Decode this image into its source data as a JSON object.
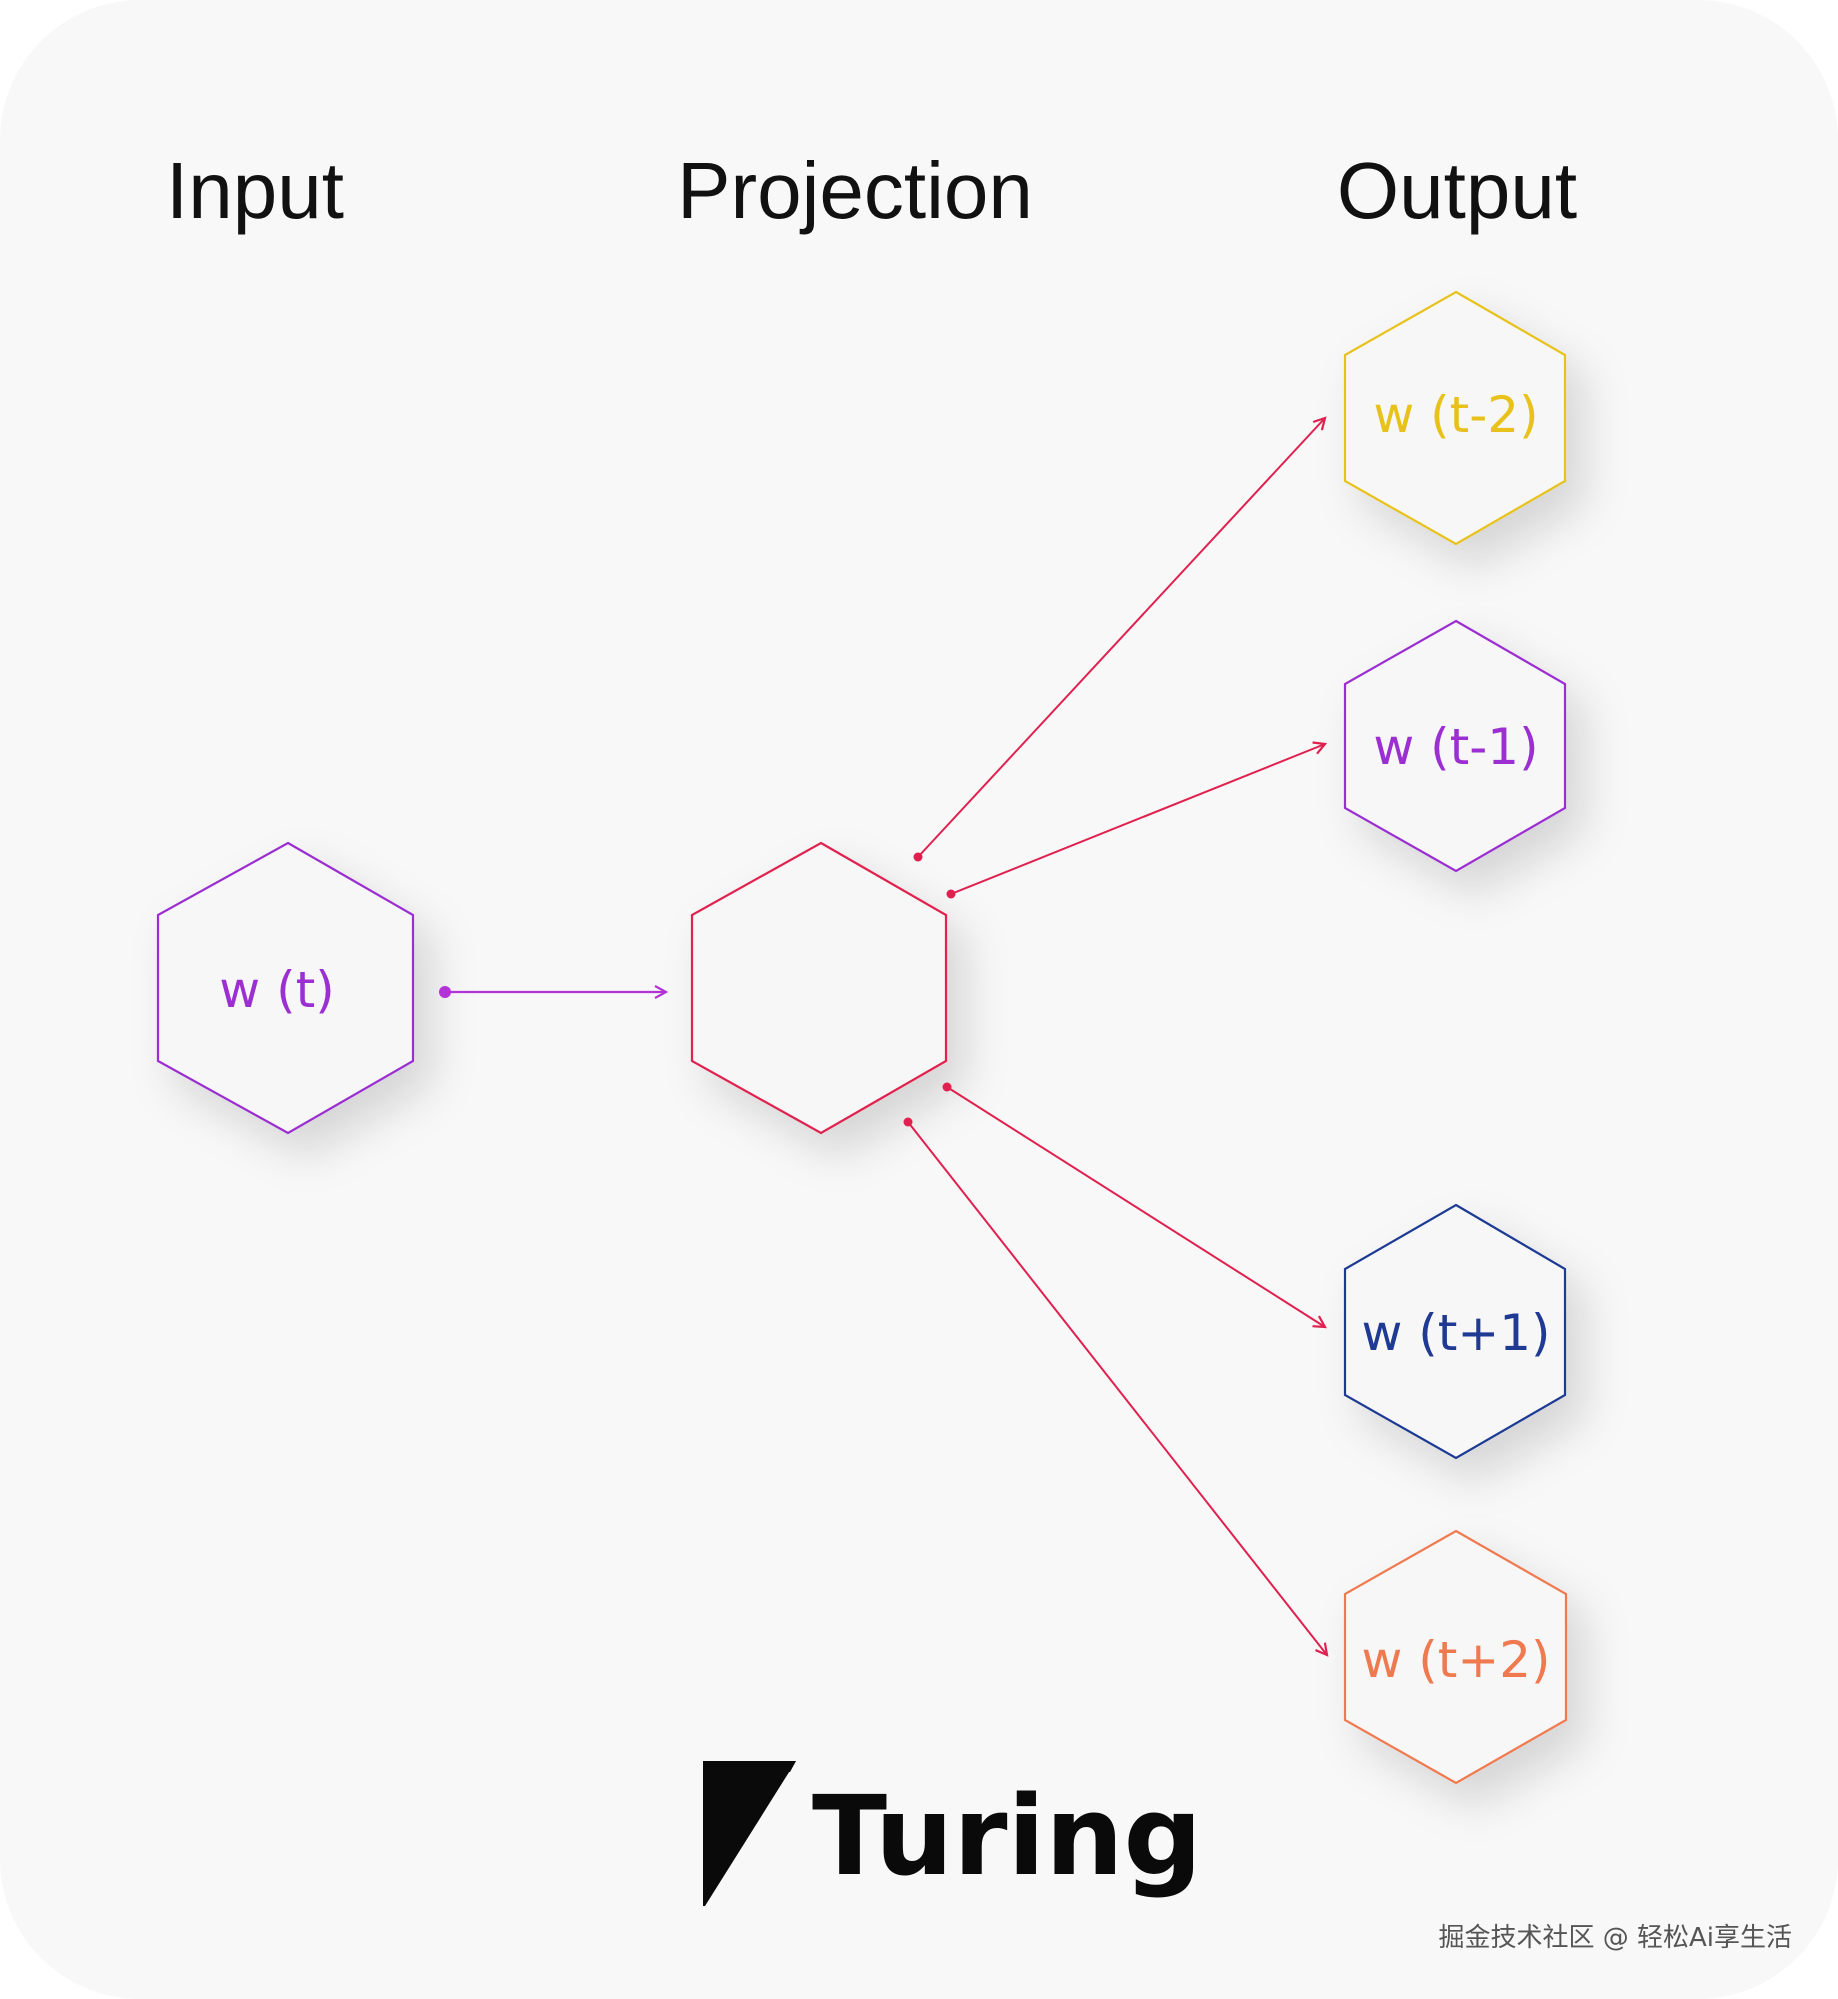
{
  "columns": {
    "input": "Input",
    "projection": "Projection",
    "output": "Output"
  },
  "nodes": {
    "input": {
      "label": "w (t)",
      "color": "#9b2fd1"
    },
    "projection": {
      "label": "",
      "color": "#e0204f"
    },
    "outputs": [
      {
        "label": "w (t-2)",
        "color": "#e8c21a"
      },
      {
        "label": "w (t-1)",
        "color": "#9b2fd1"
      },
      {
        "label": "w (t+1)",
        "color": "#1f3a93"
      },
      {
        "label": "w (t+2)",
        "color": "#ef7a4f"
      }
    ]
  },
  "arrows": {
    "input_color": "#b233d6",
    "output_color": "#e0204f"
  },
  "brand": {
    "name": "Turing"
  },
  "watermark": "掘金技术社区 @ 轻松Ai享生活"
}
